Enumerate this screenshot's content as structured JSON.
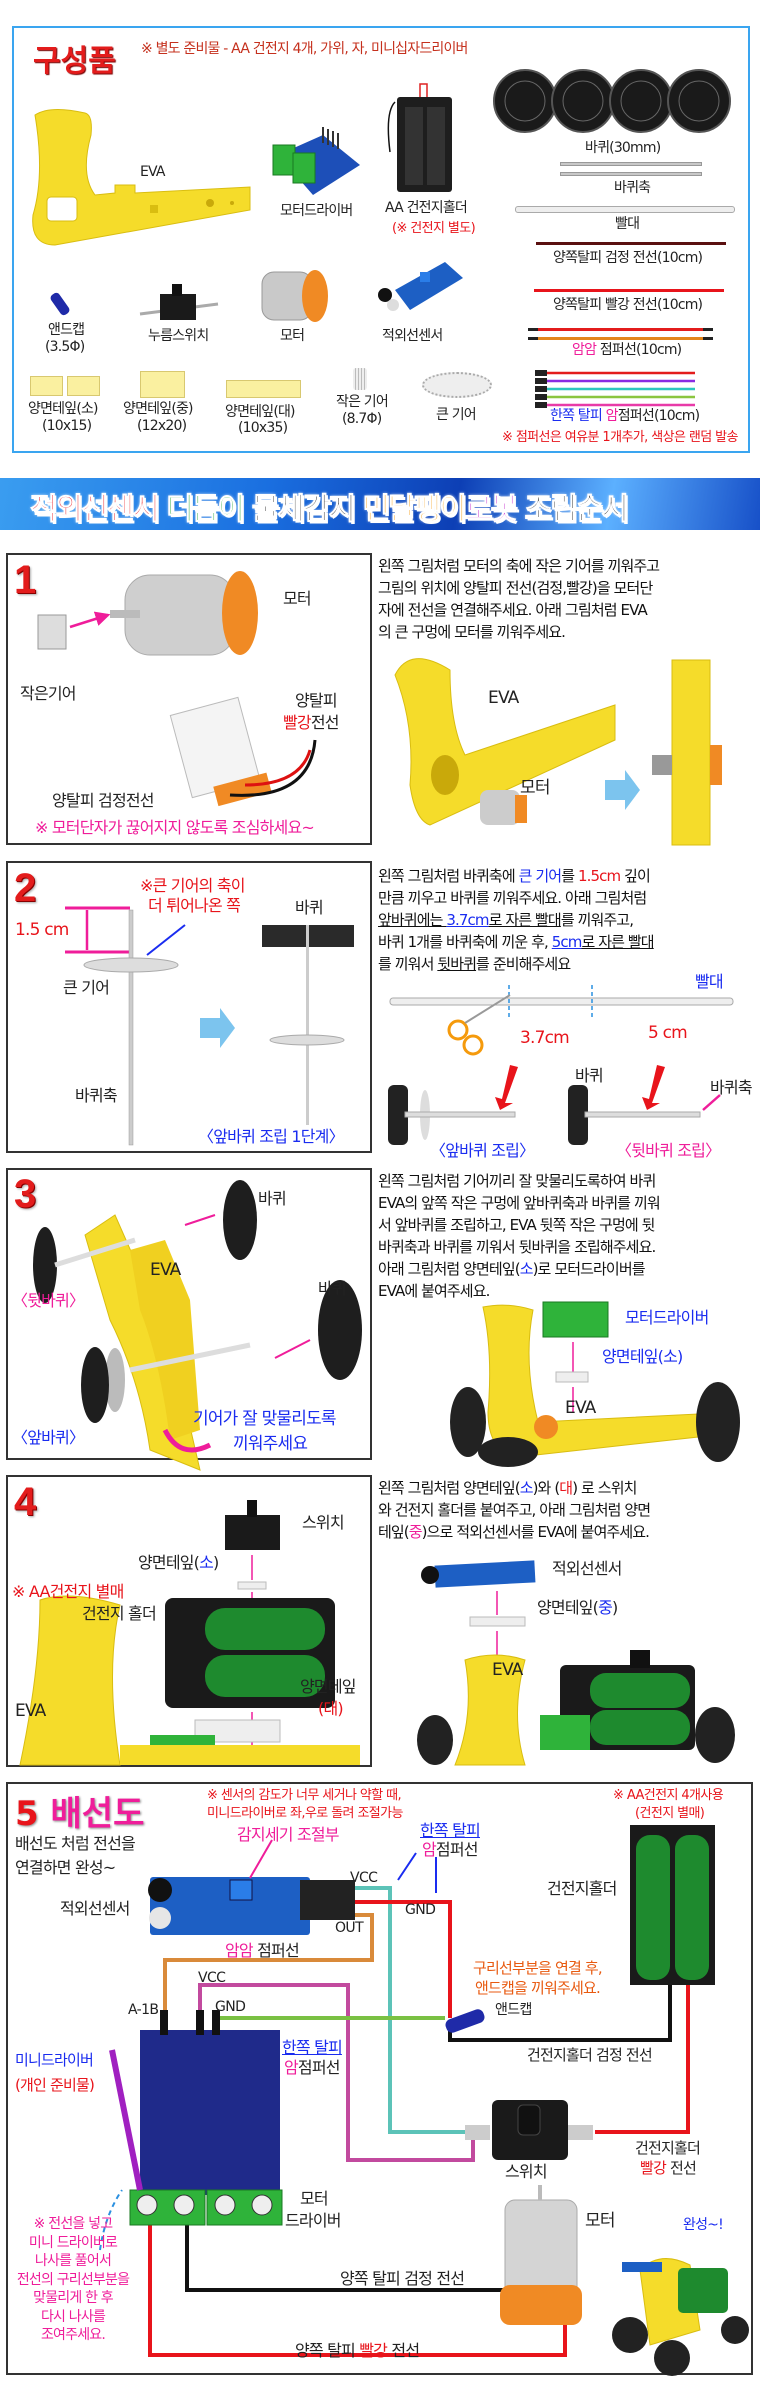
{
  "parts": {
    "title": "구성품",
    "note": "※ 별도 준비물 - AA 건전지 4개, 가위, 자, 미니십자드리이버",
    "items": {
      "eva": "EVA",
      "motor_driver": "모터드라이버",
      "battery_holder": "AA 건전지홀더",
      "battery_note": "(※ 건전지 별도)",
      "wheel": "바퀴(30mm)",
      "axle": "바퀴축",
      "straw": "빨대",
      "black_wire": "양쪽탈피 검정 전선(10cm)",
      "red_wire": "양쪽탈피 빨강 전선(10cm)",
      "ff_jumper_prefix": "암암",
      "ff_jumper_suffix": " 점퍼선(10cm)",
      "half_jumper_a": "한쪽 탈피 ",
      "half_jumper_b": "암",
      "half_jumper_c": "점퍼선(10cm)",
      "jumper_note": "※ 점퍼선은 여유분 1개추가, 색상은 랜덤 발송",
      "end_cap": "앤드캡",
      "end_cap_size": "(3.5Φ)",
      "push_switch": "누름스위치",
      "motor": "모터",
      "ir_sensor": "적외선센서",
      "tape_small": "양면테잎(소)",
      "tape_small_size": "(10x15)",
      "tape_medium": "양면테잎(중)",
      "tape_medium_size": "(12x20)",
      "tape_large": "양면테잎(대)",
      "tape_large_size": "(10x35)",
      "small_gear": "작은 기어",
      "small_gear_size": "(8.7Φ)",
      "big_gear": "큰 기어"
    }
  },
  "banner": {
    "segments": [
      {
        "t": "적외선센서 ",
        "c": "#e8141b"
      },
      {
        "t": "더듬이 ",
        "c": "#16a12a"
      },
      {
        "t": "물체감지 ",
        "c": "#222222"
      },
      {
        "t": "민달팽이",
        "c": "#f59a0c"
      },
      {
        "t": "로봇 ",
        "c": "#c21cc9"
      },
      {
        "t": "조립순서",
        "c": "#222222"
      }
    ]
  },
  "step1": {
    "number": "1",
    "lines": [
      [
        {
          "t": "왼쪽 그림처럼 모터의 축에 작은 기어를 끼워주고"
        }
      ],
      [
        {
          "t": "그림의 위치에 양탈피 전선(검정,빨강)을 모터단"
        }
      ],
      [
        {
          "t": "자에 전선을 연결해주세요. 아래 그림처럼 EVA"
        }
      ],
      [
        {
          "t": "의 큰 구멍에 모터를 끼워주세요."
        }
      ]
    ],
    "motor": "모터",
    "small_gear": "작은기어",
    "strip_wire": "양탈피",
    "red_word": "빨강",
    "wire_word": "전선",
    "black_wire": "양탈피 검정전선",
    "caution": "※ 모터단자가 끊어지지 않도록 조심하세요~",
    "eva": "EVA",
    "motor2": "모터"
  },
  "step2": {
    "number": "2",
    "note1": "※큰 기어의 축이",
    "note2": "더 튀어나온 쪽",
    "wheel": "바퀴",
    "depth": "1.5 cm",
    "big_gear": "큰 기어",
    "axle": "바퀴축",
    "caption": "〈앞바퀴 조립 1단계〉",
    "lines": [
      [
        {
          "t": "왼쪽 그림처럼 바퀴축에 "
        },
        {
          "t": "큰 기어",
          "c": "#1a2cf0"
        },
        {
          "t": "를 "
        },
        {
          "t": "1.5cm",
          "c": "#e8141b"
        },
        {
          "t": " 깊이"
        }
      ],
      [
        {
          "t": "만큼 끼우고 바퀴를 끼워주세요. 아래 그림처럼"
        }
      ],
      [
        {
          "t": "앞바퀴에는 ",
          "u": true
        },
        {
          "t": "3.7cm",
          "c": "#1a2cf0",
          "u": true
        },
        {
          "t": "로 자른 빨대",
          "u": true
        },
        {
          "t": "를 끼워주고,"
        }
      ],
      [
        {
          "t": "바퀴 1개를 바퀴축에 끼운 후, "
        },
        {
          "t": "5cm",
          "c": "#1a2cf0",
          "u": true
        },
        {
          "t": "로 자른 빨대",
          "u": true
        }
      ],
      [
        {
          "t": "를 끼워서 "
        },
        {
          "t": "뒷바퀴",
          "u": true
        },
        {
          "t": "를 준비해주세요"
        }
      ]
    ],
    "straw": "빨대",
    "cut1": "3.7cm",
    "cut2": "5 cm",
    "wheel2": "바퀴",
    "axle2": "바퀴축",
    "front_caption": "〈앞바퀴 조립〉",
    "rear_caption": "〈뒷바퀴 조립〉"
  },
  "step3": {
    "number": "3",
    "wheel_a": "바퀴",
    "wheel_b": "바퀴",
    "eva": "EVA",
    "rear": "〈뒷바퀴〉",
    "front": "〈앞바퀴〉",
    "gear_note1": "기어가 잘 맞물리도록",
    "gear_note2": "끼워주세요",
    "lines": [
      [
        {
          "t": "왼쪽 그림처럼 기어끼리 잘 맞물리도록하여 바퀴"
        }
      ],
      [
        {
          "t": "EVA의 앞쪽 작은 구멍에 앞바퀴축과 바퀴를 끼워"
        }
      ],
      [
        {
          "t": "서 앞바퀴를 조립하고, EVA 뒷쪽 작은 구멍에 뒷"
        }
      ],
      [
        {
          "t": "바퀴축과 바퀴를 끼워서 뒷바퀴을 조립해주세요."
        }
      ],
      [
        {
          "t": "아래 그림처럼 양면테잎("
        },
        {
          "t": "소",
          "c": "#1a2cf0"
        },
        {
          "t": ")로 모터드라이버를"
        }
      ],
      [
        {
          "t": "EVA에 붙여주세요."
        }
      ]
    ],
    "motor_driver": "모터드라이버",
    "tape_small": "양면테잎(소)",
    "eva2": "EVA"
  },
  "step4": {
    "number": "4",
    "switch": "스위치",
    "tape_small_a": "양면테잎(",
    "tape_small_b": "소",
    "tape_small_c": ")",
    "battery_note": "※ AA건전지 별매",
    "battery_holder": "건전지 홀더",
    "eva": "EVA",
    "tape_large": "양면테잎",
    "tape_large_b": "(대)",
    "lines": [
      [
        {
          "t": "왼쪽 그림처럼 양면테잎("
        },
        {
          "t": "소",
          "c": "#1a2cf0"
        },
        {
          "t": ")와 ("
        },
        {
          "t": "대",
          "c": "#e8141b"
        },
        {
          "t": ") 로 스위치"
        }
      ],
      [
        {
          "t": "와 건전지 홀더를 붙여주고, 아래 그림처럼 양면"
        }
      ],
      [
        {
          "t": "테잎("
        },
        {
          "t": "중",
          "c": "#ef1d9a"
        },
        {
          "t": ")으로 적외선센서를 EVA에 붙여주세요."
        }
      ]
    ],
    "ir_sensor": "적외선센서",
    "tape_medium_a": "양면테잎(",
    "tape_medium_b": "중",
    "tape_medium_c": ")",
    "eva2": "EVA"
  },
  "step5": {
    "number": "5",
    "title": "배선도",
    "intro1": "배선도 처럼 전선을",
    "intro2": "연결하면 완성~",
    "sens_note1": "※ 센서의 감도가 너무 세거나 약할 때,",
    "sens_note2": "미니드라이버로 좌,우로 돌려 조절가능",
    "battery_note1": "※ AA건전지 4개사용",
    "battery_note2": "(건전지 별매)",
    "sensitivity": "감지세기 조절부",
    "half_jumper1_a": "한쪽 탈피",
    "half_jumper1_b": "암",
    "half_jumper1_c": "점퍼선",
    "vcc1": "VCC",
    "gnd1": "GND",
    "out": "OUT",
    "ir_sensor": "적외선센서",
    "ff_jumper_a": "암암",
    "ff_jumper_b": " 점퍼선",
    "battery_holder": "건전지홀더",
    "copper_note1": "구리선부분을 연결 후,",
    "copper_note2": "앤드캡을 끼워주세요.",
    "vcc2": "VCC",
    "a1b": "A-1B",
    "gnd2": "GND",
    "end_cap": "앤드캡",
    "half_jumper2_a": "한쪽 탈피",
    "half_jumper2_b": "암",
    "half_jumper2_c": "점퍼선",
    "holder_black": "건전지홀더 검정 전선",
    "mini_driver": "미니드라이버",
    "mini_driver_note": "(개인 준비물)",
    "switch": "스위치",
    "holder_red_a": "건전지홀더",
    "holder_red_b": "빨강",
    "holder_red_c": " 전선",
    "motor_driver1": "모터",
    "motor_driver2": "드라이버",
    "motor": "모터",
    "done": "완성~!",
    "screw_note": [
      "※ 전선을 넣고",
      "미니 드라이버로",
      "나사를 풀어서",
      "전선의 구리선부분을",
      "맞물리게 한 후",
      "다시 나사를",
      "조여주세요."
    ],
    "black_wire": "양쪽 탈피 검정 전선",
    "red_wire_a": "양쪽 탈피 ",
    "red_wire_b": "빨강",
    "red_wire_c": " 전선"
  },
  "colors": {
    "accent_red": "#e8141b",
    "accent_blue": "#1a2cf0",
    "accent_pink": "#ef1d9a",
    "eva_yellow": "#f5dc2a",
    "frame_blue": "#3aa5f0"
  }
}
